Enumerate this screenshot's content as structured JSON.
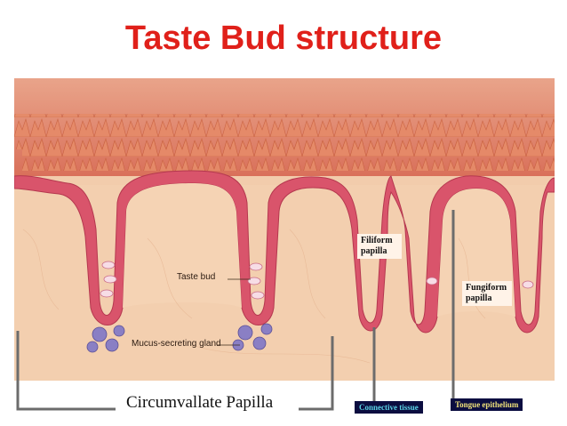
{
  "title": "Taste Bud structure",
  "labels": {
    "filiform": "Filiform papilla",
    "fungiform": "Fungiform papilla",
    "taste_bud": "Taste bud",
    "mucus_gland": "Mucus-secreting gland",
    "circumvallate": "Circumvallate Papilla",
    "connective": "Connective tissue",
    "tongue_epithelium": "Tongue epithelium"
  },
  "colors": {
    "title": "#e0201a",
    "tissue": "#f1c9a6",
    "epithelium": "#d9546b",
    "surface": "#e88c70",
    "gland": "#8a7fc4",
    "label_box_dark": "#0b0d40",
    "connective_text": "#5bd3e6",
    "tongue_text": "#f0e27a"
  }
}
